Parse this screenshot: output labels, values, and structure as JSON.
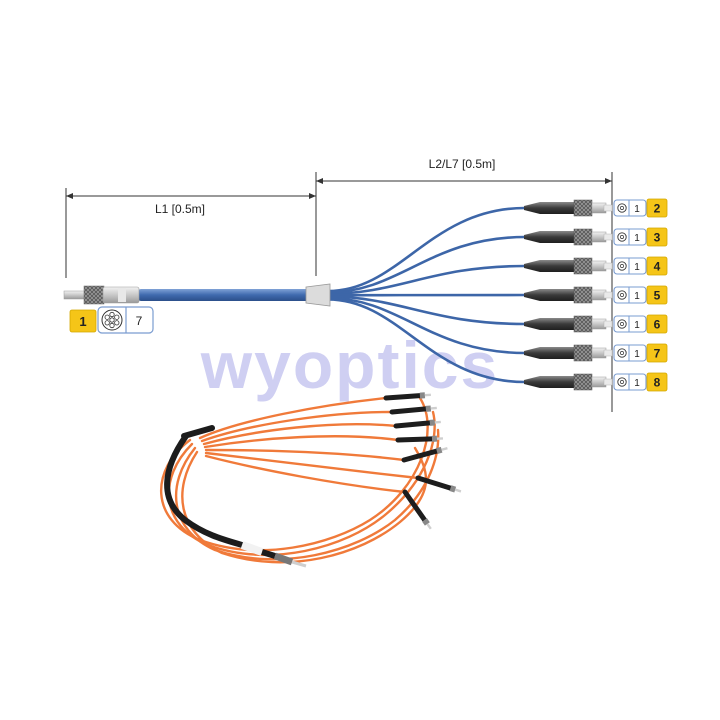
{
  "dimensions": {
    "l1_label": "L1 [0.5m]",
    "l2_label": "L2/L7 [0.5m]"
  },
  "left_connector": {
    "number": "1",
    "fiber_count": "7",
    "badge_color": "#f5c518"
  },
  "right_connectors": [
    {
      "fiber_index": "1",
      "number": "2"
    },
    {
      "fiber_index": "1",
      "number": "3"
    },
    {
      "fiber_index": "1",
      "number": "4"
    },
    {
      "fiber_index": "1",
      "number": "5"
    },
    {
      "fiber_index": "1",
      "number": "6"
    },
    {
      "fiber_index": "1",
      "number": "7"
    },
    {
      "fiber_index": "1",
      "number": "8"
    }
  ],
  "watermark": "wyoptics",
  "colors": {
    "cable_blue": "#4a74b3",
    "fiber_blue": "#3d66a8",
    "badge_yellow": "#f5c518",
    "orange_fiber": "#f07a3a",
    "watermark": "#c9c9ef"
  }
}
